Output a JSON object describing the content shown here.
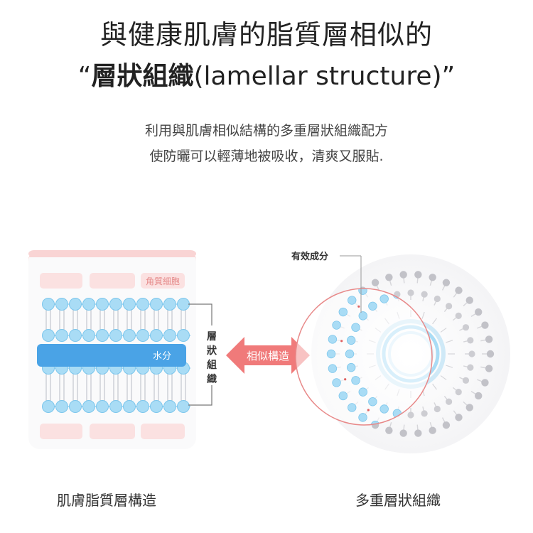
{
  "title": {
    "line1": "與健康肌膚的脂質層相似的",
    "quote_open": "“",
    "bold": "層狀組織",
    "light": "(lamellar structure)",
    "quote_close": "”"
  },
  "subtitle": {
    "line1": "利用與肌膚相似結構的多重層狀組織配方",
    "line2": "使防曬可以輕薄地被吸收，清爽又服貼."
  },
  "left_diagram": {
    "corneocyte_label": "角質細胞",
    "water_label": "水分",
    "bracket_label": "層狀組織",
    "caption": "肌膚脂質層構造"
  },
  "arrow_label": "相似構造",
  "right_diagram": {
    "active_label": "有效成分",
    "caption": "多重層狀組織"
  },
  "colors": {
    "pink_band": "#f9d4d4",
    "pink_block": "#fbe1e1",
    "bead": "#a9dcf5",
    "bead_stroke": "#7cc6ec",
    "water": "#4aa3e6",
    "arrow": "#f07a7a",
    "lens": "#e06060",
    "gray": "#c8c8cc"
  }
}
